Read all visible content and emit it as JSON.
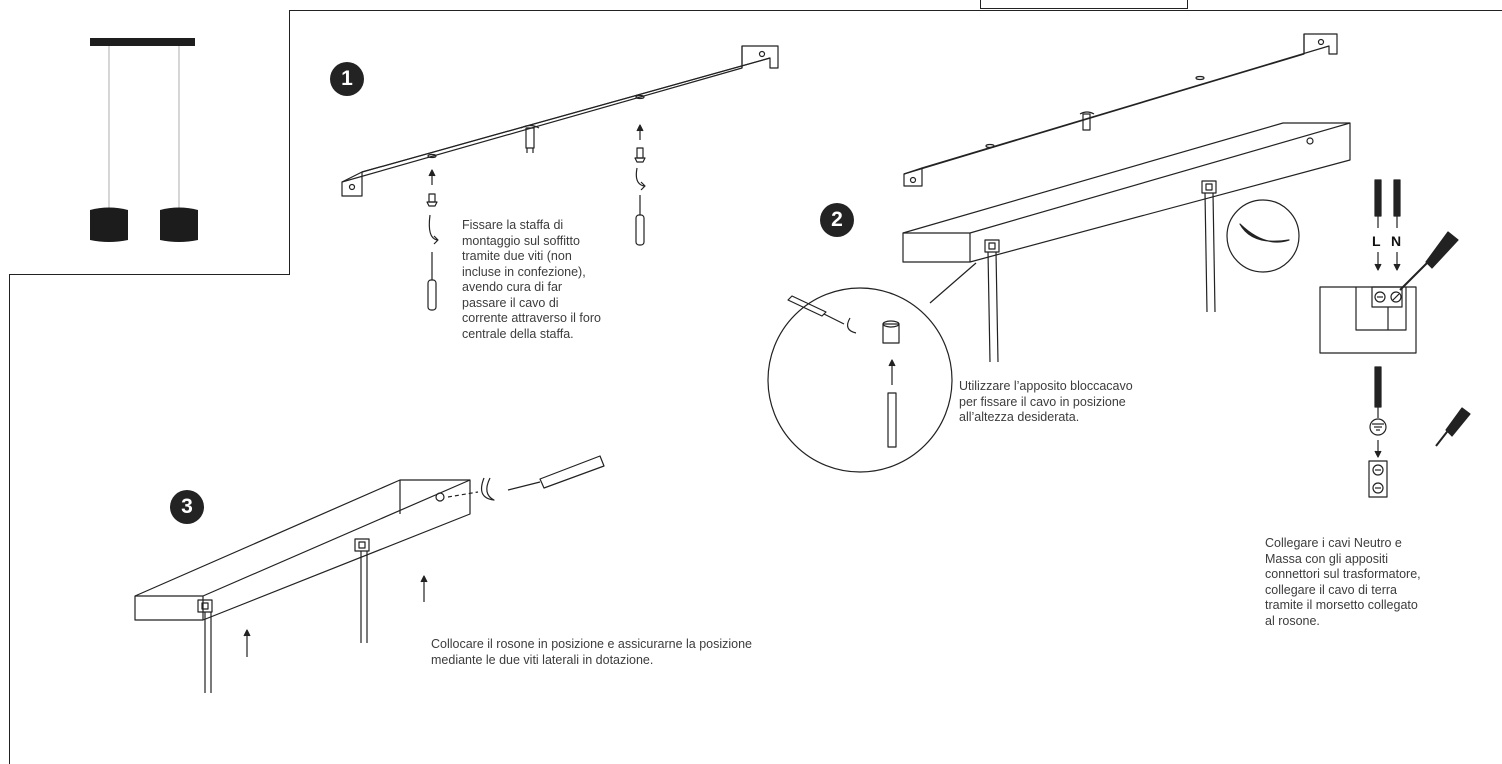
{
  "steps": [
    {
      "number": "1"
    },
    {
      "number": "2"
    },
    {
      "number": "3"
    }
  ],
  "captions": {
    "step1": [
      "Fissare la staffa di",
      "montaggio sul soffitto",
      "tramite due viti (non",
      "incluse in confezione),",
      "avendo cura di far",
      "passare il cavo di",
      "corrente attraverso il foro",
      "centrale della staffa."
    ],
    "step2": [
      "Utilizzare l’apposito bloccacavo",
      "per fissare il cavo in posizione",
      "all’altezza desiderata."
    ],
    "step3": [
      "Collocare il rosone in posizione e assicurarne la posizione",
      "mediante le due viti laterali in dotazione."
    ],
    "wiring": [
      "Collegare i cavi Neutro e",
      "Massa con gli appositi",
      "connettori sul trasformatore,",
      "collegare il cavo di terra",
      "tramite il morsetto collegato",
      "al rosone."
    ]
  },
  "terminals": {
    "live": "L",
    "neutral": "N"
  },
  "colors": {
    "ink": "#222222",
    "lamp": "#1e1e1e",
    "text": "#3c3c3c"
  }
}
